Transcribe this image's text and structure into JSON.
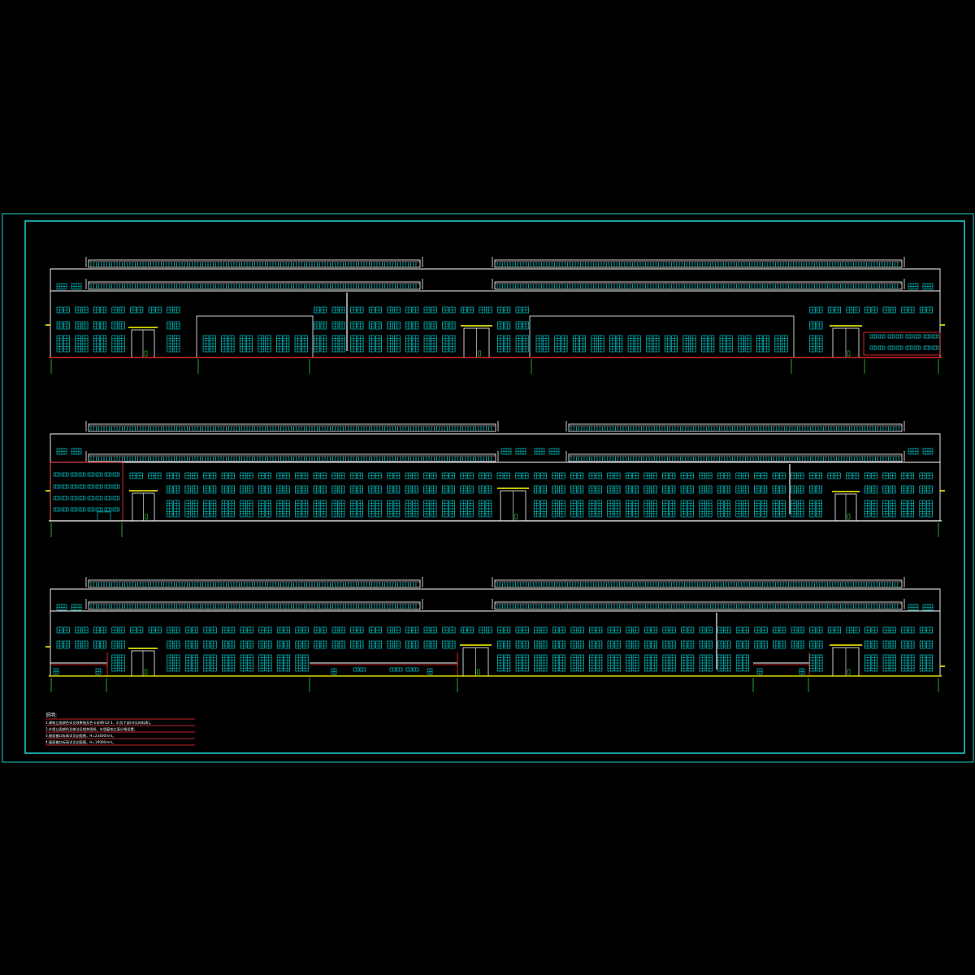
{
  "drawing": {
    "background": "#000000",
    "colors": {
      "frame": "#22d3d3",
      "window": "#00e5e5",
      "outline": "#ffffff",
      "accent_red": "#ff3030",
      "accent_yellow": "#ffff00",
      "axis_green": "#33cc33"
    },
    "elevation_count": 3
  },
  "notes": {
    "title": "说明:",
    "lines": [
      "1.建筑立面颜色详见效果图及色卡说明(GZ-1、2)及下部(详见材料表)。",
      "2.外墙立面颜色及做法见相关图纸，外墙窗按立面分格设置。",
      "3.屋面檐口标高详见剖面图，H=23400mm。",
      "4.屋面檐口标高详见剖面图，H=19000mm。"
    ]
  }
}
